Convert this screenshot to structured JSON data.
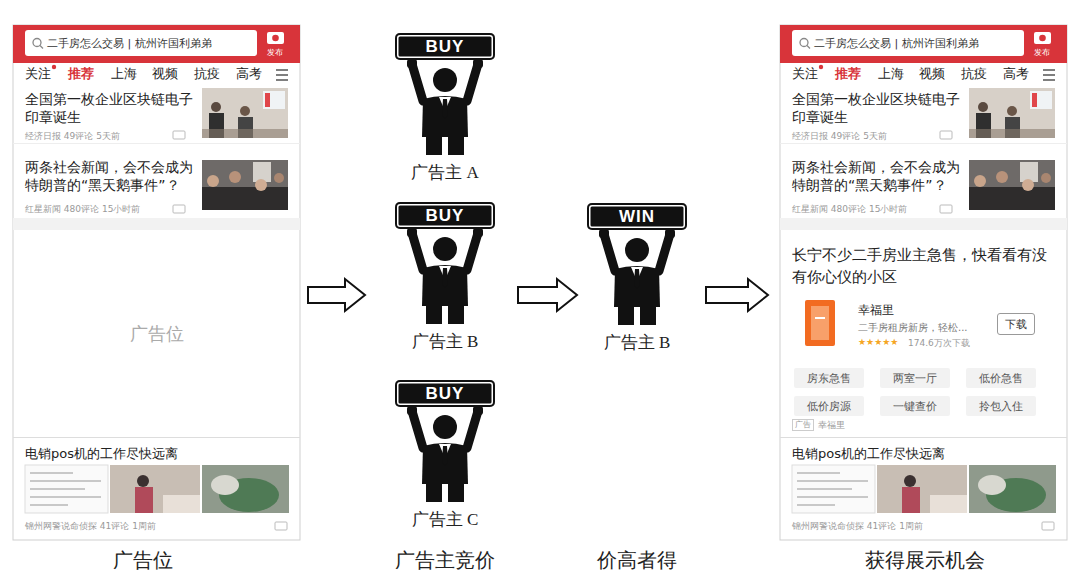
{
  "diagram": {
    "nodes": [
      {
        "text": [
          "发布",
          "关注",
          "推荐",
          "上海",
          "视频",
          "抗疫",
          "高考",
          "全国第一枚企业区块链电子印章诞生",
          "经济日报 49评论 5天前",
          "两条社会新闻，会不会成为特朗普的“黑天鹅事件”？",
          "红星新闻 480评论 15小时前",
          "电销pos机的工作尽快远离",
          "锦州网警说命侦探 41评论 1周前"
        ]
      },
      {
        "text": [
          "二手房怎么交易 | 杭州许国利弟弟"
        ],
        "in": 0
      },
      {
        "text": [
          "广告位"
        ],
        "in": 0
      },
      {
        "text": [
          "BUY",
          "广告主 A"
        ]
      },
      {
        "text": [
          "BUY",
          "广告主 B"
        ]
      },
      {
        "text": [
          "BUY",
          "广告主 C"
        ]
      },
      {
        "text": [
          "WIN",
          "广告主 B"
        ]
      },
      {
        "text": [
          "发布",
          "关注",
          "推荐",
          "上海",
          "视频",
          "抗疫",
          "高考",
          "全国第一枚企业区块链电子印章诞生",
          "经济日报 49评论 5天前",
          "两条社会新闻，会不会成为特朗普的“黑天鹅事件”？",
          "红星新闻 480评论 15小时前",
          "电销pos机的工作尽快远离",
          "锦州网警说命侦探 41评论 1周前"
        ]
      },
      {
        "text": [
          "二手房怎么交易 | 杭州许国利弟弟"
        ],
        "in": 7
      },
      {
        "text": [
          "长宁不少二手房业主急售，快看看有没有你心仪的小区",
          "幸福里",
          "二手房租房新房，轻松...",
          "★★★★★",
          "174.6万次下载",
          "广告",
          "幸福里"
        ],
        "in": 7
      },
      {
        "text": [
          "下载"
        ],
        "in": 9
      },
      {
        "text": [
          "房东急售"
        ],
        "in": 9
      },
      {
        "text": [
          "两室一厅"
        ],
        "in": 9
      },
      {
        "text": [
          "低价急售"
        ],
        "in": 9
      },
      {
        "text": [
          "低价房源"
        ],
        "in": 9
      },
      {
        "text": [
          "一键查价"
        ],
        "in": 9
      },
      {
        "text": [
          "拎包入住"
        ],
        "in": 9
      }
    ],
    "edges": [
      {
        "from": 0,
        "to": 4,
        "arrow": "to"
      },
      {
        "from": 4,
        "to": 6,
        "arrow": "to"
      },
      {
        "from": 6,
        "to": 7,
        "arrow": "to"
      }
    ],
    "labels": [
      "广告位",
      "广告主竞价",
      "价高者得",
      "获得展示机会"
    ]
  }
}
